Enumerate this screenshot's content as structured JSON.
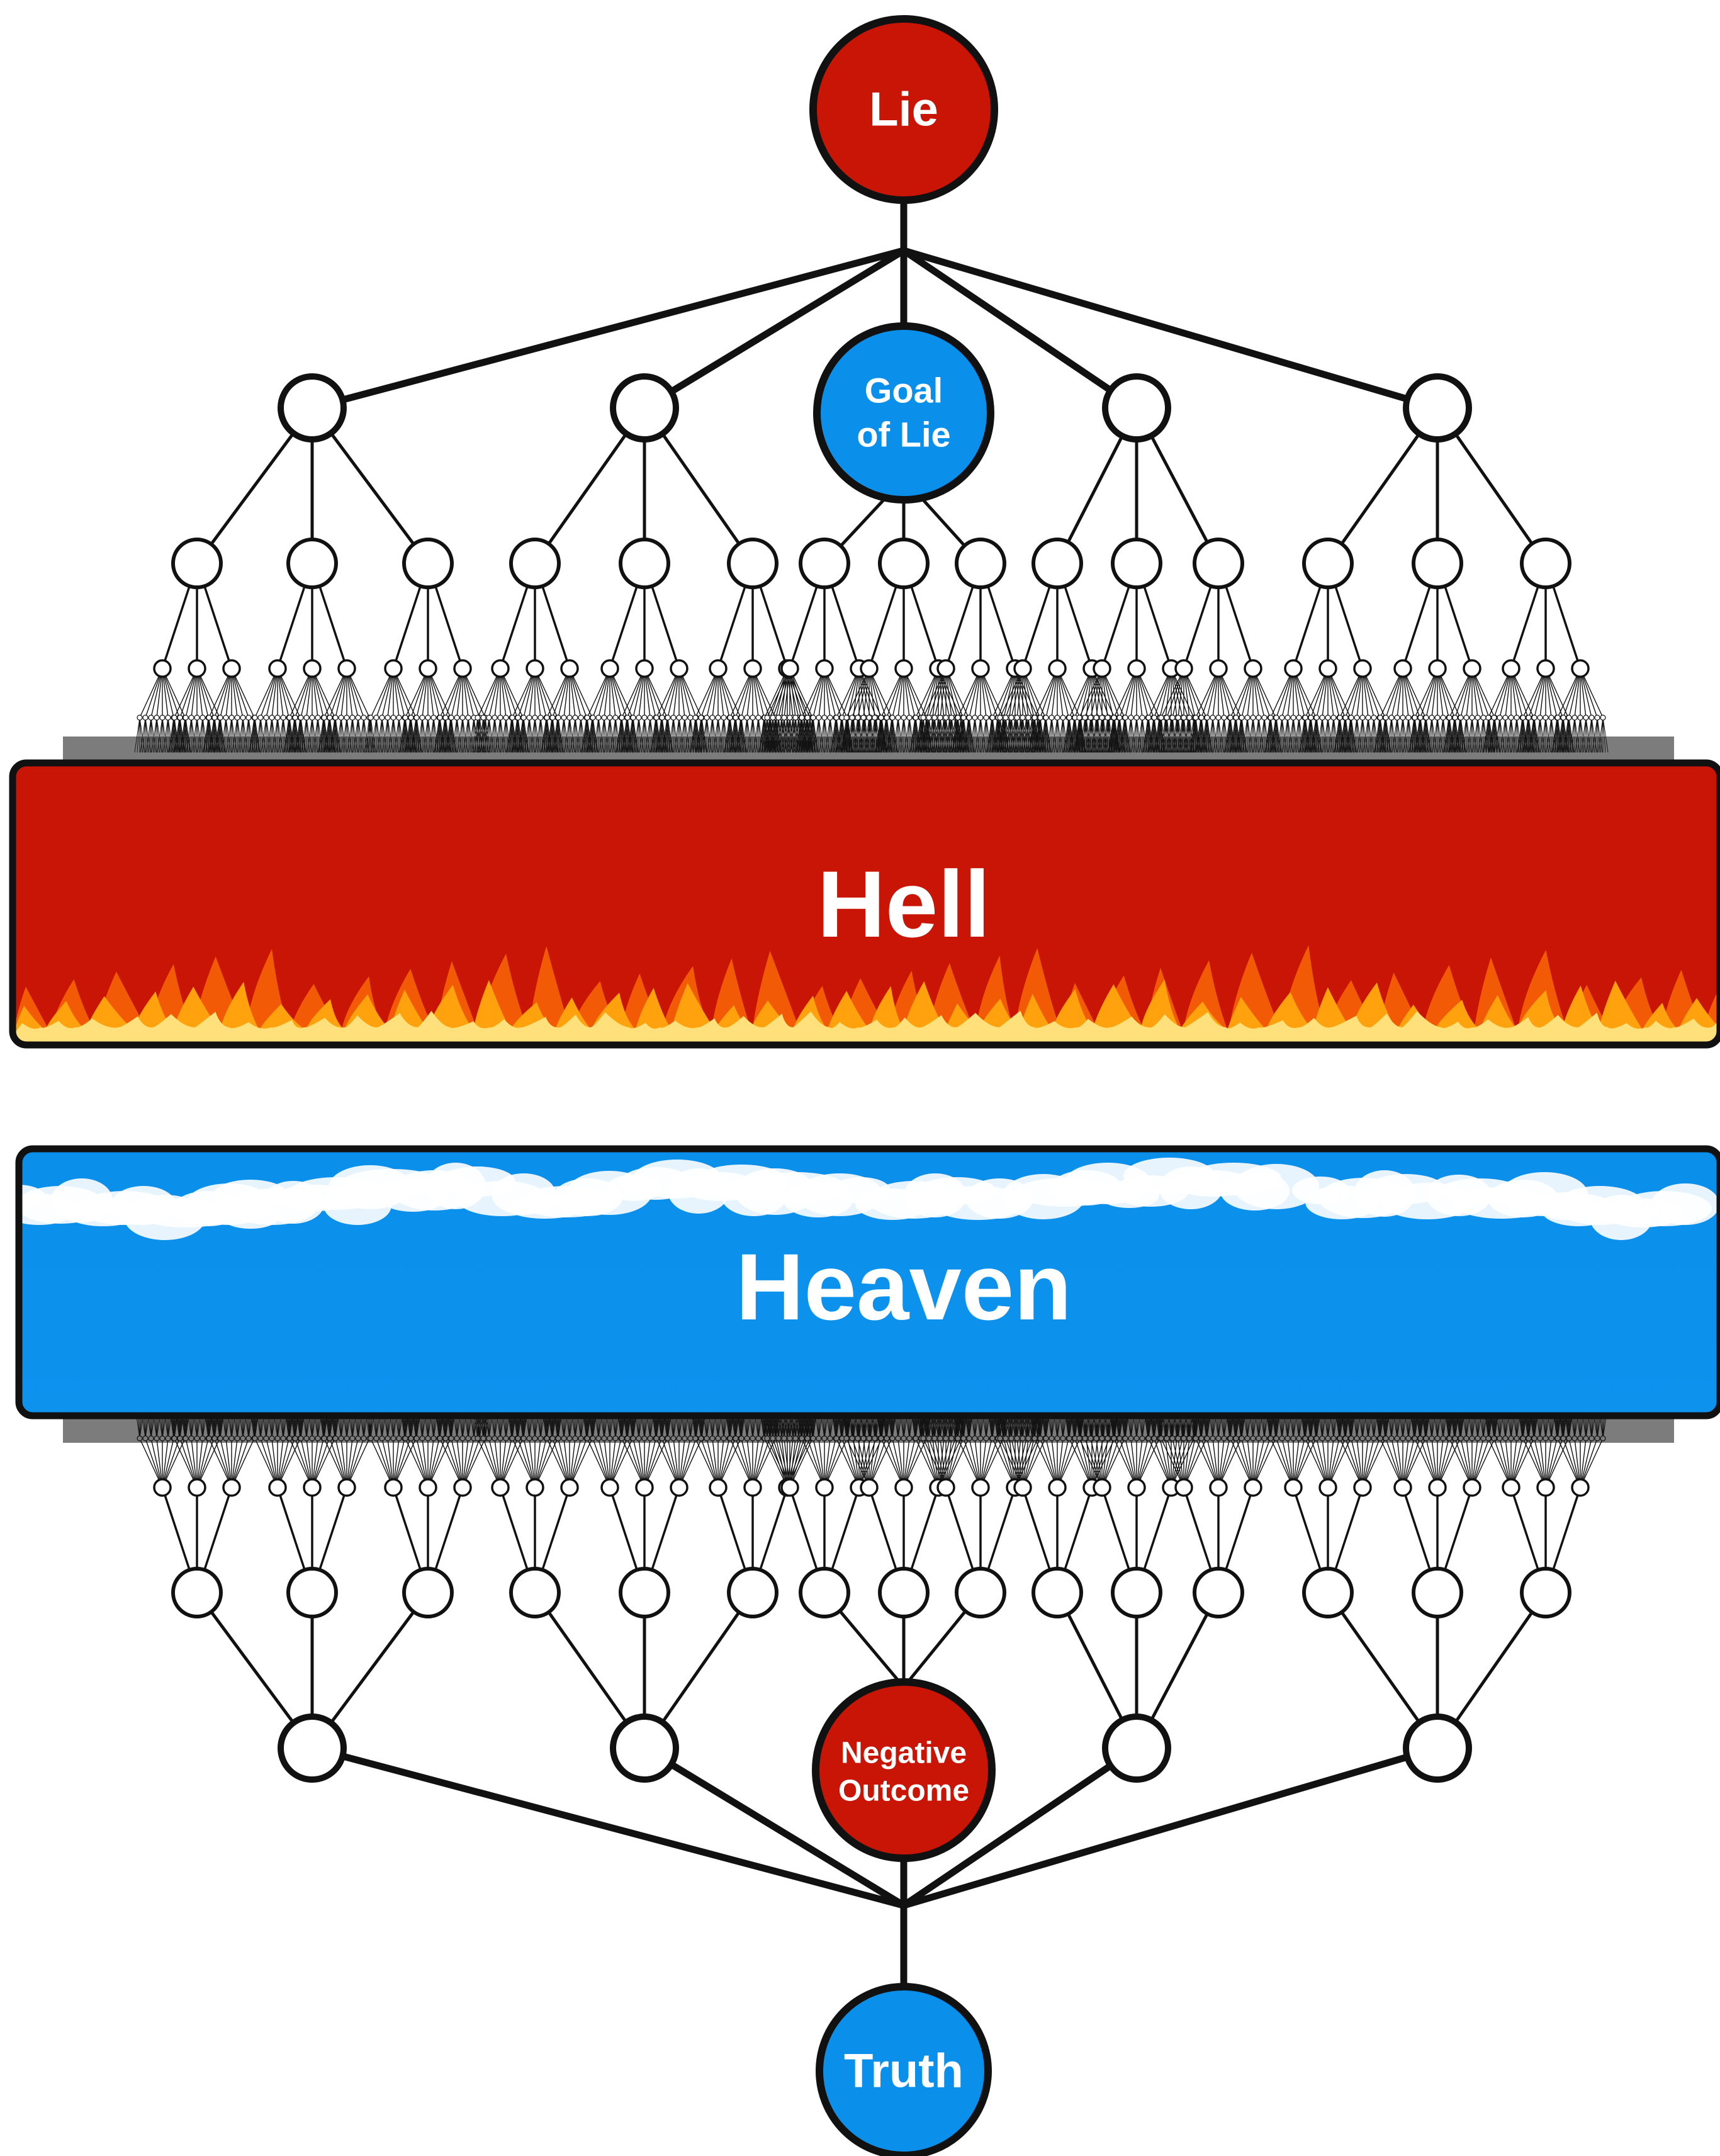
{
  "colors": {
    "red": "#c81505",
    "blue": "#0a8fea",
    "outline": "#111111",
    "flame_orange": "#f25a06",
    "flame_amber": "#ffa20d",
    "flame_yellow": "#ffe07a",
    "cloud": "#ffffff"
  },
  "nodes": {
    "lie": "Lie",
    "goal_line1": "Goal",
    "goal_line2": "of Lie",
    "negative_line1": "Negative",
    "negative_line2": "Outcome",
    "truth": "Truth"
  },
  "bands": {
    "hell": "Hell",
    "heaven": "Heaven"
  },
  "decor": {
    "hell_fill": "flames",
    "heaven_fill": "clouds"
  }
}
